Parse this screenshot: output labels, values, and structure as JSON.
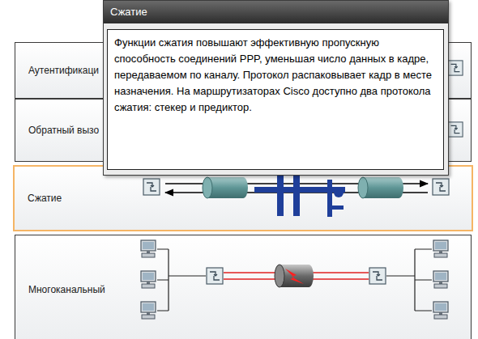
{
  "diagram": {
    "nodes": [
      {
        "text": [
          "Аутентификаци"
        ]
      },
      {
        "text": [
          "Обратный вызо"
        ]
      },
      {
        "text": [
          "Сжатие"
        ]
      },
      {
        "text": [
          "Многоканальный"
        ]
      },
      {
        "text": [
          "Сжатие",
          "Функции сжатия повышают эффективную пропускную способность соединений PPP, уменьшая число данных в кадре, передаваемом по каналу. Протокол распаковывает кадр в месте назначения. На маршрутизаторах Cisco доступно два протокола сжатия: стекер и предиктор."
        ]
      }
    ]
  }
}
